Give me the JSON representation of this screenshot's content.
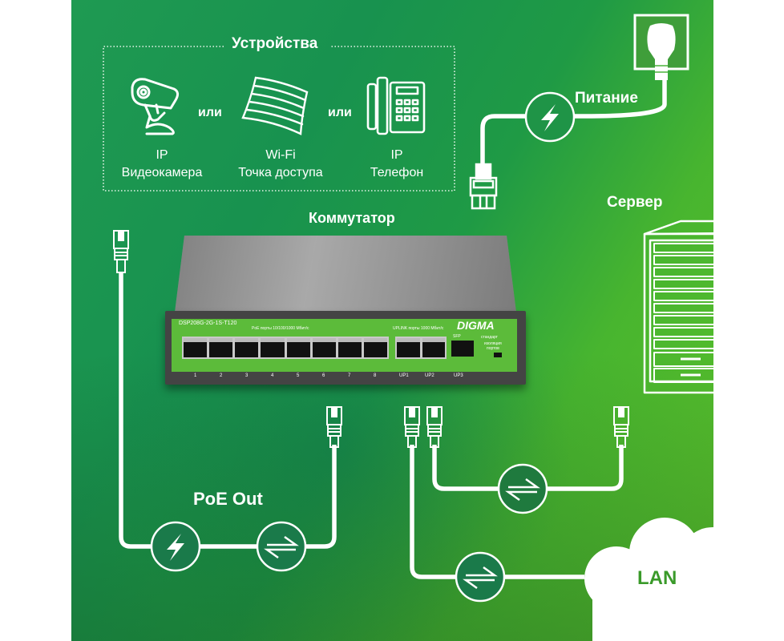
{
  "devices_box": {
    "title": "Устройства",
    "or_1": "или",
    "or_2": "или",
    "items": [
      {
        "line1": "IP",
        "line2": "Видеокамера",
        "icon": "ip-camera-icon"
      },
      {
        "line1": "Wi-Fi",
        "line2": "Точка доступа",
        "icon": "wifi-access-point-icon"
      },
      {
        "line1": "IP",
        "line2": "Телефон",
        "icon": "ip-phone-icon"
      }
    ]
  },
  "switch": {
    "label": "Коммутатор",
    "model": "DSP208G-2G-1S-T120",
    "brand": "DIGMA",
    "poe_ports_caption": "PoE порты 10/100/1000 Мбит/с",
    "uplink_caption": "UPLINK порты 1000 Мбит/с",
    "sfp_caption": "SFP",
    "mode_caption_1": "стандарт",
    "mode_caption_2": "изоляция",
    "mode_caption_3": "портов",
    "poe_ports": [
      "1",
      "2",
      "3",
      "4",
      "5",
      "6",
      "7",
      "8"
    ],
    "uplink_ports": [
      "UP1",
      "UP2"
    ],
    "sfp_port": "UP3",
    "colors": {
      "panel": "#5cbb3a",
      "body": "#4a4a4a"
    }
  },
  "power": {
    "label": "Питание",
    "icon": "lightning-icon"
  },
  "server": {
    "label": "Сервер",
    "icon": "server-rack-icon"
  },
  "poe_out": {
    "label": "PoE Out"
  },
  "lan": {
    "label": "LAN",
    "color": "#3a9a2a"
  }
}
